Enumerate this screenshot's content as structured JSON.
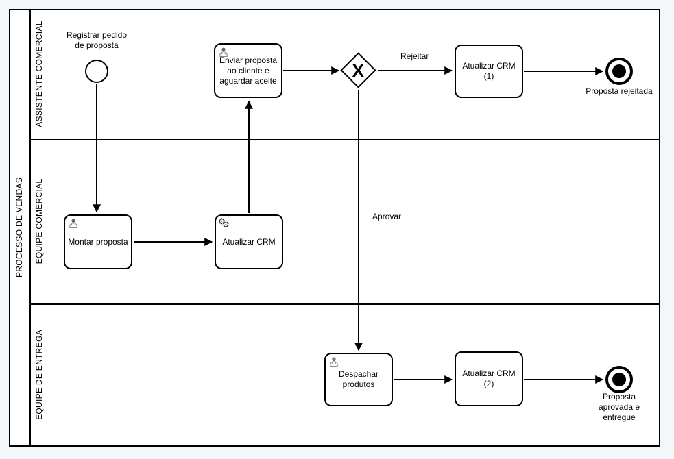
{
  "diagram": {
    "pool": {
      "label": "PROCESSO DE VENDAS"
    },
    "lanes": [
      {
        "label": "ASSISTENTE COMERCIAL"
      },
      {
        "label": "EQUIPE COMERCIAL"
      },
      {
        "label": "EQUIPE DE ENTREGA"
      }
    ],
    "events": {
      "start": {
        "label": "Registrar pedido\nde proposta"
      },
      "end_rejected": {
        "label": "Proposta rejeitada"
      },
      "end_approved": {
        "label": "Proposta\naprovada e\nentregue"
      }
    },
    "tasks": {
      "enviar_proposta": {
        "label": "Enviar proposta\nao cliente e\naguardar aceite",
        "type": "user"
      },
      "montar_proposta": {
        "label": "Montar proposta",
        "type": "user"
      },
      "atualizar_crm": {
        "label": "Atualizar CRM",
        "type": "service"
      },
      "atualizar_crm_1": {
        "label": "Atualizar CRM\n(1)",
        "type": "none"
      },
      "atualizar_crm_2": {
        "label": "Atualizar CRM\n(2)",
        "type": "none"
      },
      "despachar_produtos": {
        "label": "Despachar\nprodutos",
        "type": "user"
      }
    },
    "gateway": {
      "type": "exclusive",
      "marker": "X"
    },
    "flow_labels": {
      "reject": "Rejeitar",
      "approve": "Aprovar"
    }
  },
  "icons": {
    "gear_glyph": "⚙"
  },
  "colors": {
    "background": "#f4f7f9",
    "shape_fill": "#ffffff",
    "stroke": "#000000"
  }
}
